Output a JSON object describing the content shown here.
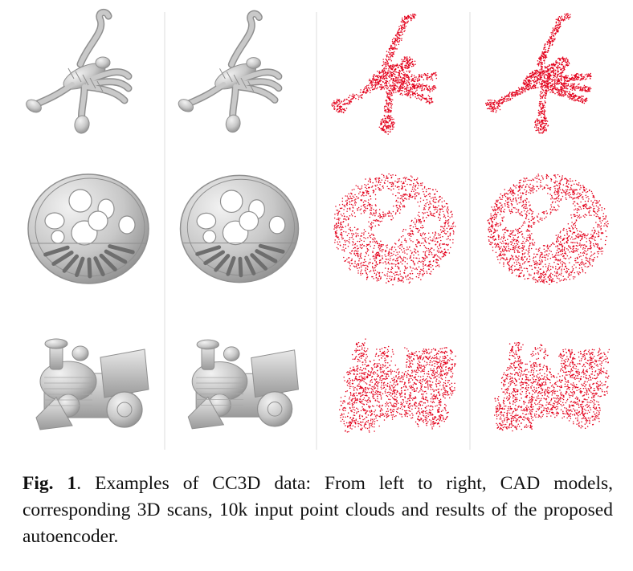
{
  "figure": {
    "columns": [
      {
        "render": "mesh"
      },
      {
        "render": "mesh"
      },
      {
        "render": "points"
      },
      {
        "render": "points"
      }
    ],
    "rows": [
      "scorpion",
      "wheel",
      "train"
    ],
    "colors": {
      "mesh_fill": "#c9c9c9",
      "mesh_dark": "#8f8f8f",
      "mesh_light": "#ededed",
      "points": "#e3001b",
      "divider": "#d6d6d6"
    }
  },
  "caption": {
    "label": "Fig. 1",
    "text": ".  Examples of CC3D data: From left to right, CAD models, corresponding 3D scans, 10k input point clouds and results of the proposed autoencoder."
  }
}
